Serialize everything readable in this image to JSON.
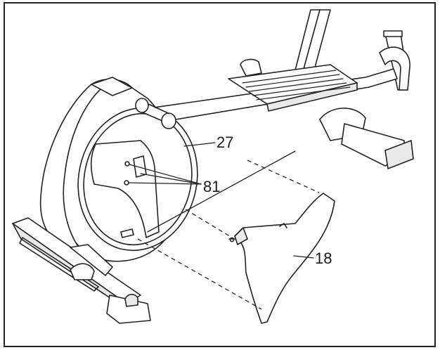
{
  "diagram": {
    "callouts": {
      "part_27": "27",
      "part_81": "81",
      "part_18": "18"
    }
  },
  "colors": {
    "line": "#222222",
    "fill": "#ffffff",
    "shade": "#e9e9e9"
  }
}
